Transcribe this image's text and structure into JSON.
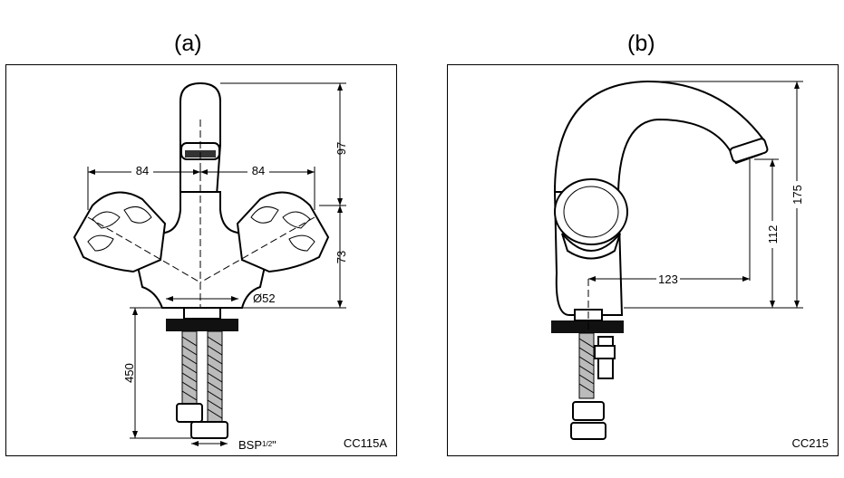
{
  "figures": {
    "a": {
      "label": "(a)",
      "code": "CC115A",
      "dims": {
        "left_width": "84",
        "right_width": "84",
        "spout_height": "97",
        "base_height": "73",
        "diameter": "Ø52",
        "hose_length": "450",
        "thread_prefix": "BSP",
        "thread_num": "1",
        "thread_den": "2",
        "thread_suffix": "\""
      }
    },
    "b": {
      "label": "(b)",
      "code": "CC215",
      "dims": {
        "total_height": "175",
        "outlet_height": "112",
        "reach": "123"
      }
    }
  }
}
